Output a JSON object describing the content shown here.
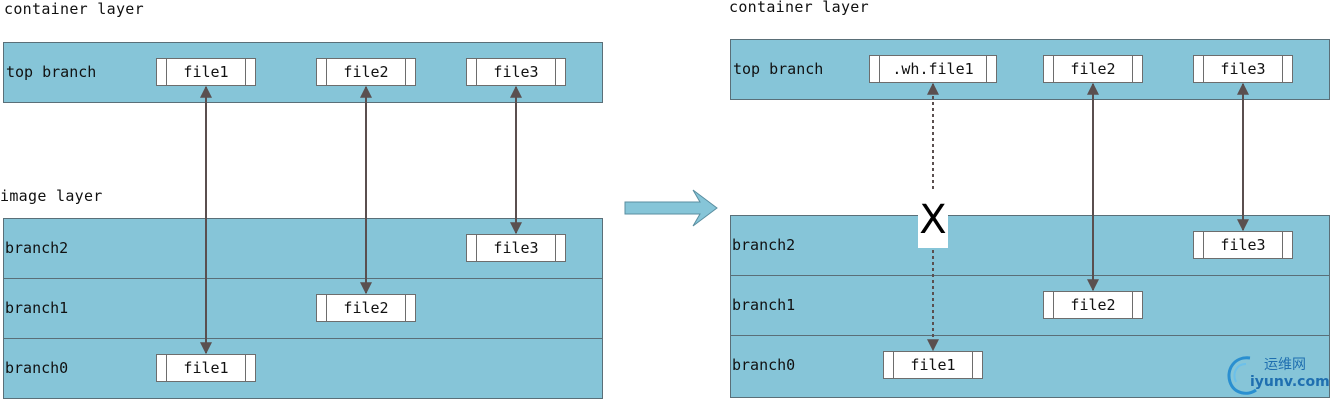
{
  "left": {
    "container_label": "container layer",
    "image_label": "image layer",
    "top_branch": {
      "label": "top branch",
      "files": [
        "file1",
        "file2",
        "file3"
      ]
    },
    "branch2": {
      "label": "branch2",
      "file": "file3"
    },
    "branch1": {
      "label": "branch1",
      "file": "file2"
    },
    "branch0": {
      "label": "branch0",
      "file": "file1"
    }
  },
  "right": {
    "container_label": "container layer",
    "top_branch": {
      "label": "top branch",
      "files": [
        ".wh.file1",
        "file2",
        "file3"
      ]
    },
    "branch2": {
      "label": "branch2",
      "file": "file3"
    },
    "branch1": {
      "label": "branch1",
      "file": "file2"
    },
    "branch0": {
      "label": "branch0",
      "file": "file1"
    },
    "blocked_mark": "X"
  },
  "watermark": {
    "line1": "运维网",
    "line2": "iyunv.com"
  },
  "colors": {
    "band": "#86c5d8",
    "arrow": "#5a4f4f",
    "transition_arrow": "#86c5d8"
  }
}
